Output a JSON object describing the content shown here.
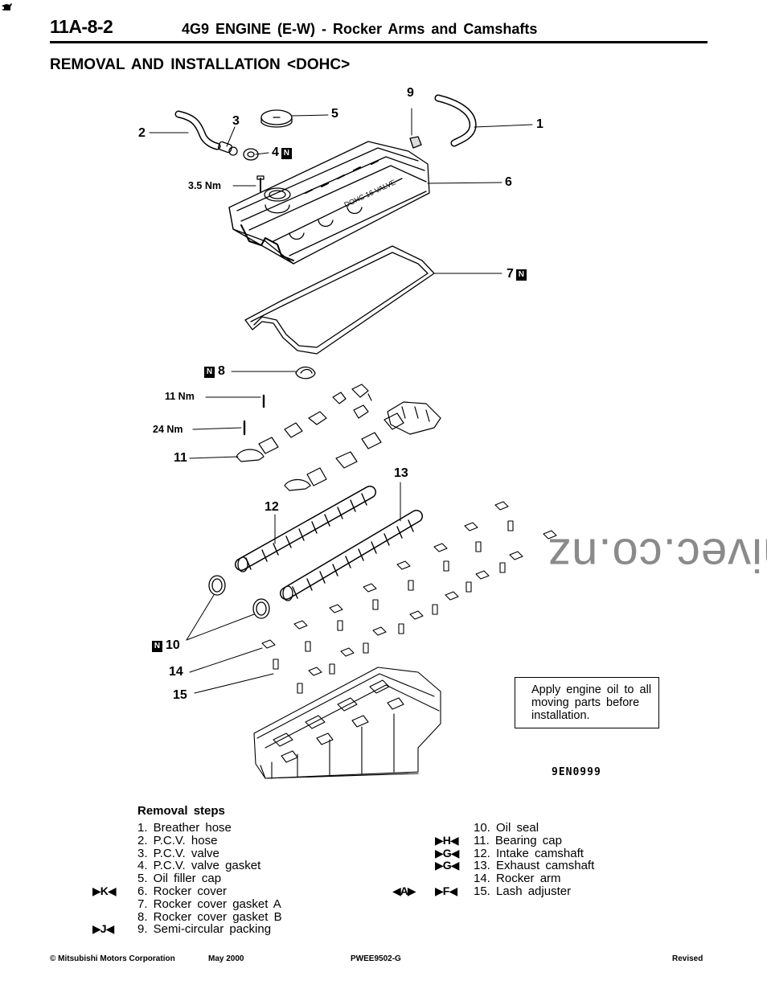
{
  "header": {
    "page_code": "11A-8-2",
    "title": "4G9 ENGINE (E-W) - Rocker Arms and Camshafts"
  },
  "section_title": "REMOVAL AND INSTALLATION <DOHC>",
  "watermark": "www.mivec.co.nz",
  "diagram": {
    "callouts": {
      "c1": "1",
      "c2": "2",
      "c3": "3",
      "c4": "4",
      "c5": "5",
      "c6": "6",
      "c7": "7",
      "c8": "8",
      "c9": "9",
      "c10": "10",
      "c11": "11",
      "c12": "12",
      "c13": "13",
      "c14": "14",
      "c15": "15"
    },
    "new_part_mark": "N",
    "torques": {
      "t1": "3.5 Nm",
      "t2": "11 Nm",
      "t3": "24 Nm"
    },
    "oil_note": "Apply engine oil to all moving parts before installation.",
    "figure_code": "9EN0999"
  },
  "removal_steps": {
    "title": "Removal steps",
    "left": [
      {
        "marker": "",
        "text": "1. Breather hose"
      },
      {
        "marker": "",
        "text": "2. P.C.V. hose"
      },
      {
        "marker": "",
        "text": "3. P.C.V. valve"
      },
      {
        "marker": "",
        "text": "4. P.C.V. valve gasket"
      },
      {
        "marker": "",
        "text": "5. Oil filler cap"
      },
      {
        "marker": "▶K◀",
        "text": "6. Rocker cover"
      },
      {
        "marker": "",
        "text": "7. Rocker cover gasket A"
      },
      {
        "marker": "",
        "text": "8. Rocker cover gasket B"
      },
      {
        "marker": "▶J◀",
        "text": "9. Semi-circular packing"
      }
    ],
    "right": [
      {
        "marker_a": "",
        "marker_b": "",
        "text": "10. Oil seal"
      },
      {
        "marker_a": "",
        "marker_b": "▶H◀",
        "text": "11. Bearing cap"
      },
      {
        "marker_a": "",
        "marker_b": "▶G◀",
        "text": "12. Intake camshaft"
      },
      {
        "marker_a": "",
        "marker_b": "▶G◀",
        "text": "13. Exhaust camshaft"
      },
      {
        "marker_a": "",
        "marker_b": "",
        "text": "14. Rocker arm"
      },
      {
        "marker_a": "◀A▶",
        "marker_b": "▶F◀",
        "text": "15. Lash adjuster"
      }
    ]
  },
  "footer": {
    "copyright": "© Mitsubishi Motors Corporation",
    "date": "May 2000",
    "doc_code": "PWEE9502-G",
    "status": "Revised"
  }
}
